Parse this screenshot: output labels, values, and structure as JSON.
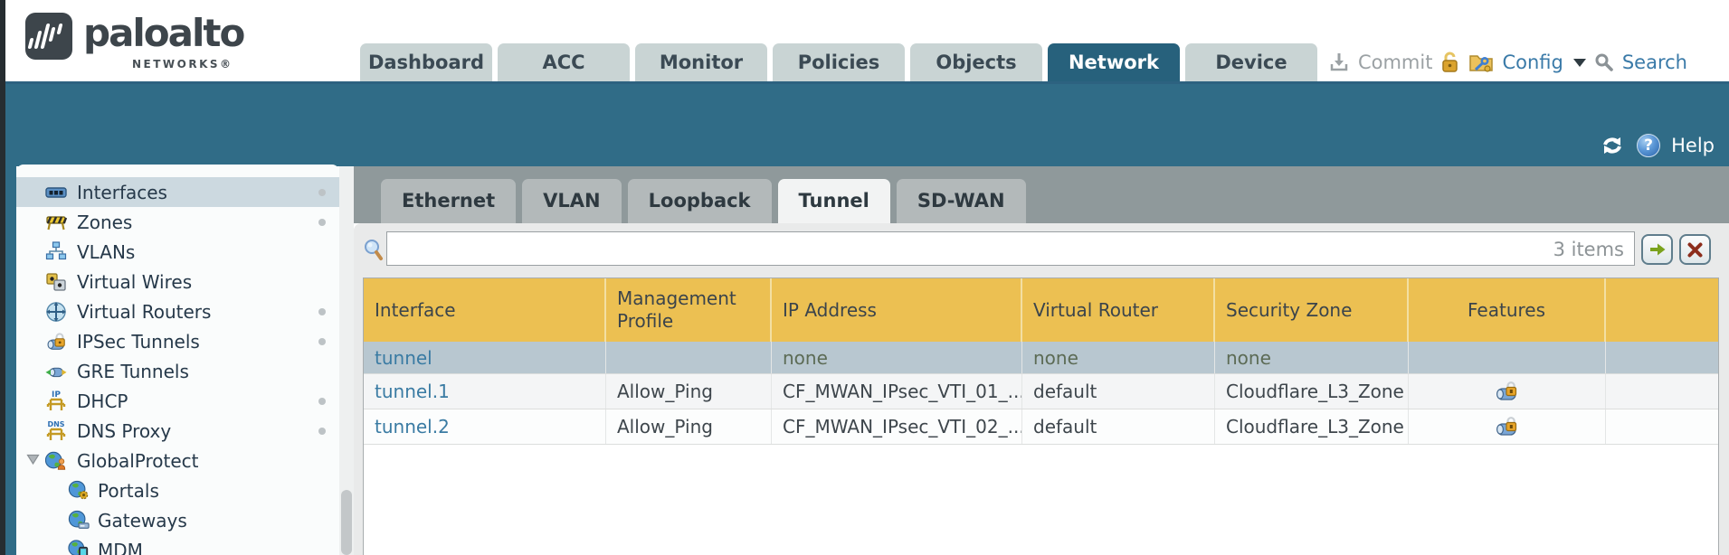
{
  "brand": {
    "wordmark": "paloalto",
    "sub": "NETWORKS®",
    "logo_icon": "paloalto-logo-icon"
  },
  "nav": {
    "tabs": [
      "Dashboard",
      "ACC",
      "Monitor",
      "Policies",
      "Objects",
      "Network",
      "Device"
    ],
    "active": "Network"
  },
  "utility": {
    "commit_label": "Commit",
    "config_label": "Config",
    "search_label": "Search",
    "icons": [
      "commit-icon",
      "lock-icon",
      "config-icon",
      "caret-down-icon",
      "search-icon"
    ]
  },
  "banner": {
    "help_label": "Help",
    "icons": [
      "refresh-icon",
      "help-icon"
    ]
  },
  "sidebar": {
    "items": [
      {
        "label": "Interfaces",
        "icon": "interfaces-icon",
        "dot": true,
        "selected": true
      },
      {
        "label": "Zones",
        "icon": "zones-icon",
        "dot": true
      },
      {
        "label": "VLANs",
        "icon": "vlans-icon"
      },
      {
        "label": "Virtual Wires",
        "icon": "virtual-wires-icon"
      },
      {
        "label": "Virtual Routers",
        "icon": "virtual-routers-icon",
        "dot": true
      },
      {
        "label": "IPSec Tunnels",
        "icon": "ipsec-tunnels-icon",
        "dot": true
      },
      {
        "label": "GRE Tunnels",
        "icon": "gre-tunnels-icon"
      },
      {
        "label": "DHCP",
        "icon": "dhcp-icon",
        "dot": true
      },
      {
        "label": "DNS Proxy",
        "icon": "dns-proxy-icon",
        "dot": true
      },
      {
        "label": "GlobalProtect",
        "icon": "globalprotect-icon",
        "expanded": true
      },
      {
        "label": "Portals",
        "icon": "portals-icon",
        "child": true
      },
      {
        "label": "Gateways",
        "icon": "gateways-icon",
        "child": true
      },
      {
        "label": "MDM",
        "icon": "mdm-icon",
        "child": true
      }
    ]
  },
  "subtabs": {
    "tabs": [
      "Ethernet",
      "VLAN",
      "Loopback",
      "Tunnel",
      "SD-WAN"
    ],
    "active": "Tunnel"
  },
  "toolbar": {
    "search_value": "",
    "items_count": "3 items",
    "icons": [
      "filter-search-icon",
      "apply-filter-icon",
      "clear-filter-icon"
    ]
  },
  "table": {
    "columns": [
      "Interface",
      "Management Profile",
      "IP Address",
      "Virtual Router",
      "Security Zone",
      "Features"
    ],
    "rows": [
      {
        "interface": "tunnel",
        "management_profile": "",
        "ip_address": "none",
        "virtual_router": "none",
        "security_zone": "none",
        "features": false,
        "selected": true
      },
      {
        "interface": "tunnel.1",
        "management_profile": "Allow_Ping",
        "ip_address": "CF_MWAN_IPsec_VTI_01_...",
        "virtual_router": "default",
        "security_zone": "Cloudflare_L3_Zone",
        "features": true
      },
      {
        "interface": "tunnel.2",
        "management_profile": "Allow_Ping",
        "ip_address": "CF_MWAN_IPsec_VTI_02_...",
        "virtual_router": "default",
        "security_zone": "Cloudflare_L3_Zone",
        "features": true
      }
    ],
    "features_icon": "tunnel-feature-icon"
  },
  "colors": {
    "teal_band": "#306c87",
    "nav_active": "#27617c",
    "table_header_yellow": "#ecc052",
    "selected_row": "#b8c7d0",
    "link_blue": "#3a7ba3",
    "none_green": "#5c6b55"
  }
}
